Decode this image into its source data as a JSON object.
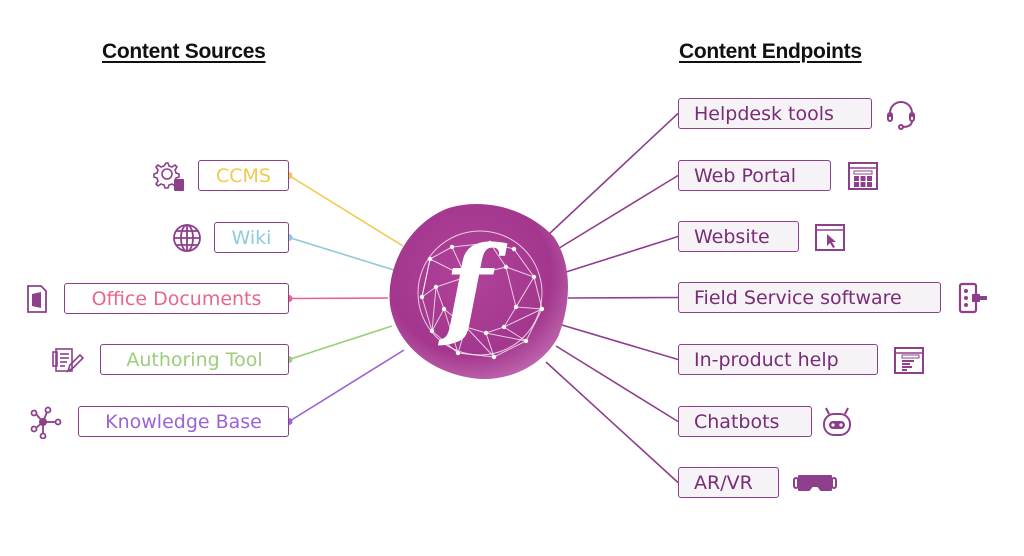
{
  "headings": {
    "sources": "Content Sources",
    "endpoints": "Content Endpoints"
  },
  "hub": {
    "logo_letter": "f",
    "color": "#a8378f"
  },
  "sources": [
    {
      "label": "CCMS",
      "color": "#f2c94c",
      "icon": "gear-book-icon"
    },
    {
      "label": "Wiki",
      "color": "#8ecadb",
      "icon": "globe-icon"
    },
    {
      "label": "Office Documents",
      "color": "#e9668a",
      "icon": "office-document-icon"
    },
    {
      "label": "Authoring Tool",
      "color": "#9ccd7a",
      "icon": "authoring-pen-icon"
    },
    {
      "label": "Knowledge Base",
      "color": "#9b62d6",
      "icon": "network-nodes-icon"
    }
  ],
  "endpoints": [
    {
      "label": "Helpdesk tools",
      "icon": "headset-icon"
    },
    {
      "label": "Web Portal",
      "icon": "web-portal-grid-icon"
    },
    {
      "label": "Website",
      "icon": "browser-cursor-icon"
    },
    {
      "label": "Field Service software",
      "icon": "mobile-plug-icon"
    },
    {
      "label": "In-product help",
      "icon": "help-window-icon"
    },
    {
      "label": "Chatbots",
      "icon": "robot-icon"
    },
    {
      "label": "AR/VR",
      "icon": "vr-headset-icon"
    }
  ],
  "colors": {
    "brand_purple": "#8e3f8c",
    "endpoint_text": "#7a2b78"
  }
}
